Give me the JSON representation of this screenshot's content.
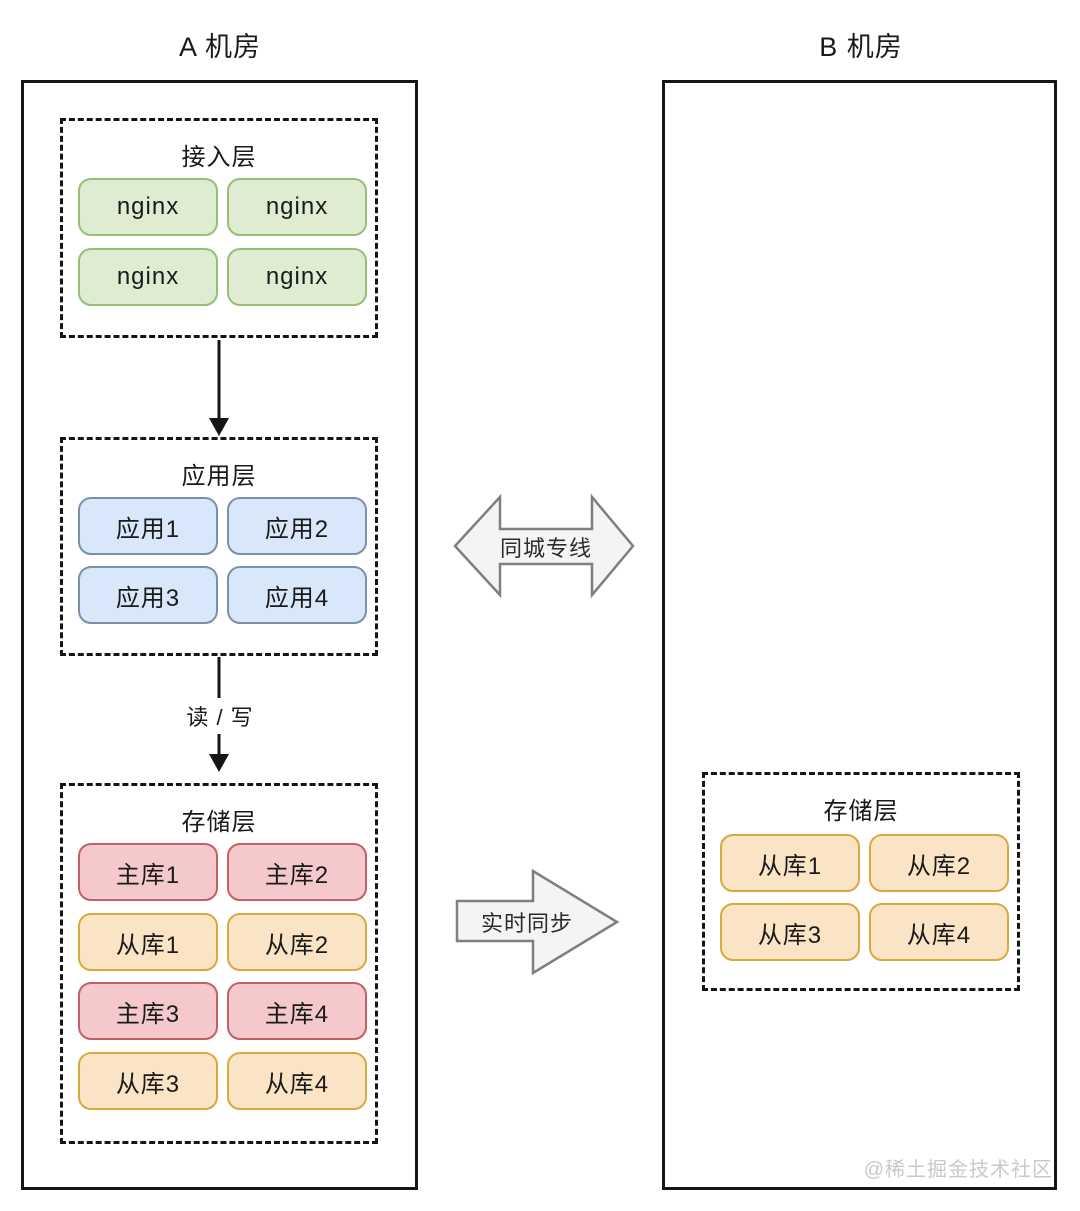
{
  "rooms": {
    "a": {
      "title": "A 机房",
      "layers": {
        "access": {
          "title": "接入层",
          "nodes": [
            "nginx",
            "nginx",
            "nginx",
            "nginx"
          ]
        },
        "app": {
          "title": "应用层",
          "nodes": [
            "应用1",
            "应用2",
            "应用3",
            "应用4"
          ]
        },
        "storage": {
          "title": "存储层",
          "nodes": [
            "主库1",
            "主库2",
            "从库1",
            "从库2",
            "主库3",
            "主库4",
            "从库3",
            "从库4"
          ]
        }
      }
    },
    "b": {
      "title": "B 机房",
      "layers": {
        "storage": {
          "title": "存储层",
          "nodes": [
            "从库1",
            "从库2",
            "从库3",
            "从库4"
          ]
        }
      }
    }
  },
  "arrows": {
    "read_write_label": "读 / 写",
    "intercity_line_label": "同城专线",
    "realtime_sync_label": "实时同步"
  },
  "watermark": "@稀土掘金技术社区",
  "colors": {
    "nginx_fill": "#deedd2",
    "nginx_border": "#95be77",
    "app_fill": "#d8e7fa",
    "app_border": "#7b90a9",
    "master_fill": "#f5c8cb",
    "master_border": "#c26067",
    "slave_fill": "#fbe4c5",
    "slave_border": "#d7a93f",
    "arrow_fill": "#f4f4f4",
    "arrow_border": "#7f7f7f",
    "line": "#151515",
    "watermark": "#c9c9c9"
  }
}
